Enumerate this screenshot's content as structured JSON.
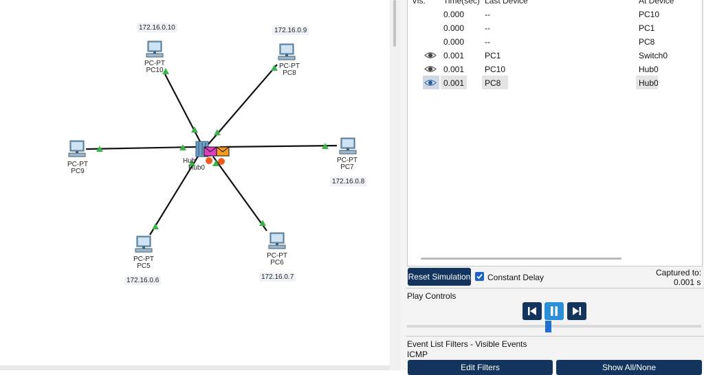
{
  "topology": {
    "hub": {
      "type": "Hub",
      "name": "Hub0"
    },
    "devices": [
      {
        "id": "pc10",
        "type": "PC-PT",
        "name": "PC10",
        "ip": "172.16.0.10"
      },
      {
        "id": "pc8",
        "type": "PC-PT",
        "name": "PC8",
        "ip": "172.16.0.9"
      },
      {
        "id": "pc9",
        "type": "PC-PT",
        "name": "PC9",
        "ip": ""
      },
      {
        "id": "pc7",
        "type": "PC-PT",
        "name": "PC7",
        "ip": "172.16.0.8"
      },
      {
        "id": "pc5",
        "type": "PC-PT",
        "name": "PC5",
        "ip": "172.16.0.6"
      },
      {
        "id": "pc6",
        "type": "PC-PT",
        "name": "PC6",
        "ip": "172.16.0.7"
      }
    ],
    "colors": {
      "link": "#111111",
      "port": "#3db34b",
      "pdu_pink": "#e040c0",
      "pdu_orange": "#f29b1f"
    }
  },
  "event_list": {
    "headers": {
      "vis": "Vis.",
      "time": "Time(sec)",
      "last": "Last Device",
      "at": "At Device"
    },
    "rows": [
      {
        "vis": "",
        "time": "0.000",
        "last": "--",
        "at": "PC10"
      },
      {
        "vis": "",
        "time": "0.000",
        "last": "--",
        "at": "PC1"
      },
      {
        "vis": "",
        "time": "0.000",
        "last": "--",
        "at": "PC8"
      },
      {
        "vis": "eye-icon",
        "time": "0.001",
        "last": "PC1",
        "at": "Switch0"
      },
      {
        "vis": "eye-icon",
        "time": "0.001",
        "last": "PC10",
        "at": "Hub0"
      },
      {
        "vis": "eye-icon",
        "time": "0.001",
        "last": "PC8",
        "at": "Hub0"
      }
    ]
  },
  "controls": {
    "reset_label": "Reset Simulation",
    "constant_delay_label": "Constant Delay",
    "captured_label": "Captured to:",
    "captured_value": "0.001 s",
    "play_controls_label": "Play Controls",
    "filters_label": "Event List Filters - Visible Events",
    "filters_value": "ICMP",
    "edit_filters_label": "Edit Filters",
    "show_all_label": "Show All/None"
  }
}
